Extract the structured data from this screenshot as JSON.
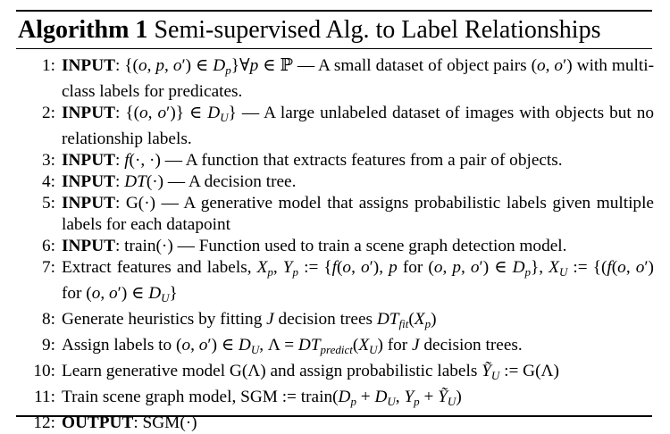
{
  "algorithm": {
    "label": "Algorithm 1",
    "title": "Semi-supervised Alg. to Label Relationships"
  },
  "lines": [
    {
      "num": "1:",
      "kw": "INPUT",
      "rest": ": {(o, p, o′) ∈ Dₚ}∀p ∈ ℙ — A small dataset of object pairs (o, o′) with multi-class labels for predicates."
    },
    {
      "num": "2:",
      "kw": "INPUT",
      "rest": ": {(o, o′)} ∈ D_U} — A large unlabeled dataset of images with objects but no relationship labels."
    },
    {
      "num": "3:",
      "kw": "INPUT",
      "rest": ": f(·, ·) — A function that extracts features from a pair of objects."
    },
    {
      "num": "4:",
      "kw": "INPUT",
      "rest": ": DT(·) — A decision tree."
    },
    {
      "num": "5:",
      "kw": "INPUT",
      "rest": ": G(·) — A generative model that assigns probabilistic labels given multiple labels for each datapoint"
    },
    {
      "num": "6:",
      "kw": "INPUT",
      "rest": ": train(·) — Function used to train a scene graph detection model."
    },
    {
      "num": "7:",
      "kw": "",
      "rest": "Extract features and labels, Xₚ, Yₚ := {f(o, o′), p for (o, p, o′) ∈ Dₚ}, X_U := {(f(o, o′) for (o, o′) ∈ D_U}"
    },
    {
      "num": "8:",
      "kw": "",
      "rest": "Generate heuristics by fitting J decision trees DT_fit(Xₚ)"
    },
    {
      "num": "9:",
      "kw": "",
      "rest": "Assign labels to (o, o′) ∈ D_U, Λ = DT_predict(X_U) for J decision trees."
    },
    {
      "num": "10:",
      "kw": "",
      "rest": "Learn generative model G(Λ) and assign probabilistic labels Ỹ_U := G(Λ)"
    },
    {
      "num": "11:",
      "kw": "",
      "rest": "Train scene graph model, SGM := train(Dₚ + D_U, Yₚ + Ỹ_U)"
    },
    {
      "num": "12:",
      "kw": "OUTPUT",
      "rest": ": SGM(·)"
    }
  ]
}
